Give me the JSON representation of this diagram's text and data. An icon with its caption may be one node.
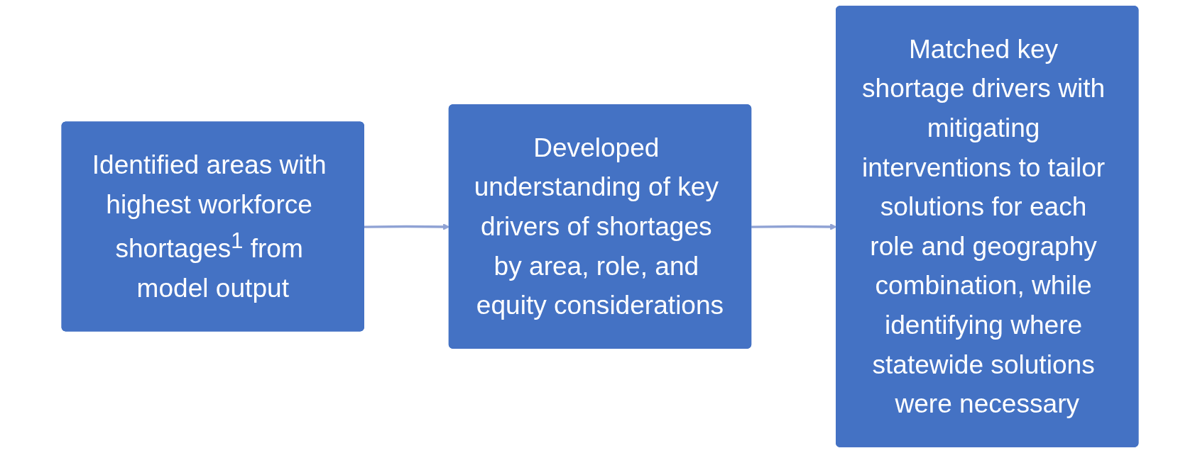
{
  "diagram": {
    "nodes": [
      {
        "text": [
          "Identified areas with highest workforce shortages$^{1}$ from model output"
        ]
      },
      {
        "text": [
          "Developed understanding of key drivers of shortages by area, role, and equity considerations"
        ]
      },
      {
        "text": [
          "Matched key shortage drivers with mitigating interventions to tailor solutions for each role and geography combination, while identifying where statewide solutions were necessary"
        ]
      }
    ],
    "edges": [
      {
        "from": 0,
        "to": 1,
        "arrow": "to"
      },
      {
        "from": 1,
        "to": 2,
        "arrow": "to"
      }
    ]
  }
}
